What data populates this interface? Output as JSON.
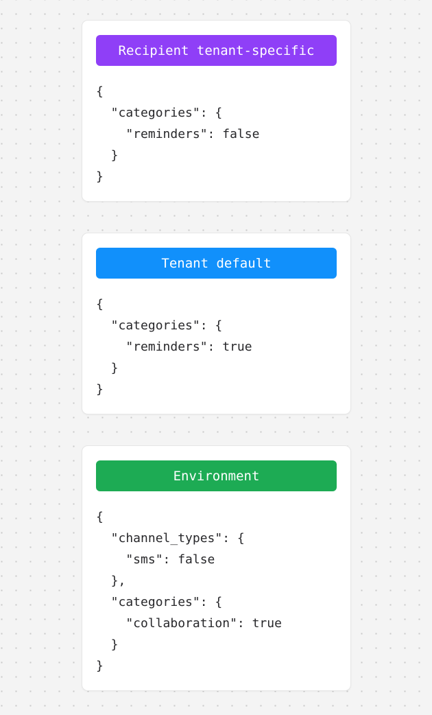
{
  "background": {
    "base_color": "#f4f4f4",
    "dot_color": "#c9c9c9"
  },
  "cards": [
    {
      "id": "recipient-tenant-specific",
      "header_label": "Recipient tenant-specific",
      "header_color": "#8f3ff7",
      "body": "{\n  \"categories\": {\n    \"reminders\": false\n  }\n}"
    },
    {
      "id": "tenant-default",
      "header_label": "Tenant default",
      "header_color": "#1190fb",
      "body": "{\n  \"categories\": {\n    \"reminders\": true\n  }\n}"
    },
    {
      "id": "environment",
      "header_label": "Environment",
      "header_color": "#1dab54",
      "body": "{\n  \"channel_types\": {\n    \"sms\": false\n  },\n  \"categories\": {\n    \"collaboration\": true\n  }\n}"
    }
  ]
}
